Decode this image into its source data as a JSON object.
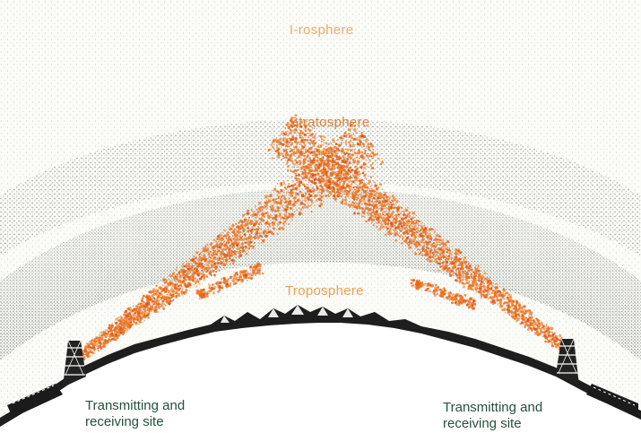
{
  "layers": {
    "ionosphere": "I-rosphere",
    "stratosphere": "Stratosphere",
    "troposphere": "Troposphere"
  },
  "sites": {
    "left": {
      "line1": "Transmitting and",
      "line2": "receiving site"
    },
    "right": {
      "line1": "Transmitting and",
      "line2": "receiving site"
    }
  },
  "colors": {
    "beam": "#ee7a22",
    "beam_dark": "#d9541a",
    "label_orange": "#e9a255",
    "label_green": "#25503a",
    "ground": "#1e1e1e",
    "stipple": "#6f776b"
  }
}
